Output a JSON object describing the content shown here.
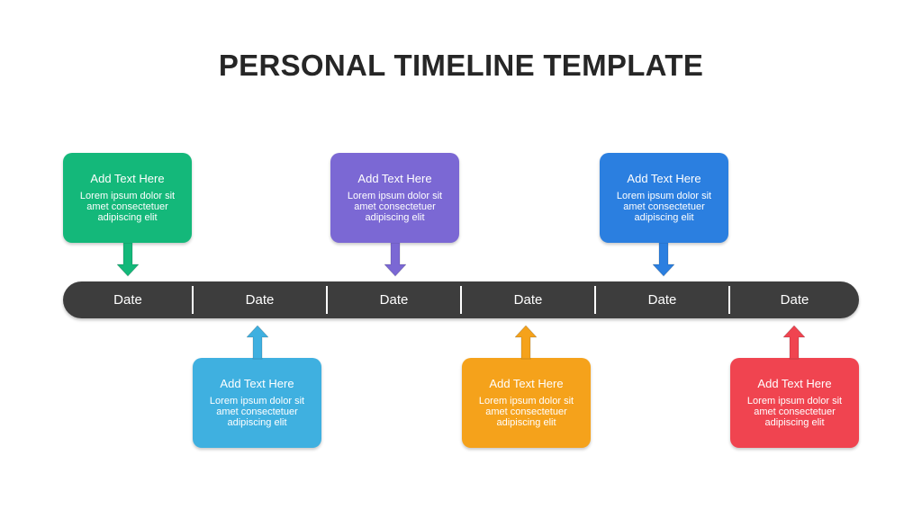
{
  "title": "PERSONAL TIMELINE TEMPLATE",
  "dates": [
    "Date",
    "Date",
    "Date",
    "Date",
    "Date",
    "Date"
  ],
  "events": [
    {
      "heading": "Add Text Here",
      "body": "Lorem ipsum dolor sit amet consectetuer adipiscing elit",
      "color": "#14b87a",
      "position": "above"
    },
    {
      "heading": "Add Text Here",
      "body": "Lorem ipsum dolor sit amet consectetuer adipiscing elit",
      "color": "#3fb0e0",
      "position": "below"
    },
    {
      "heading": "Add Text Here",
      "body": "Lorem ipsum dolor sit amet consectetuer adipiscing elit",
      "color": "#7b68d4",
      "position": "above"
    },
    {
      "heading": "Add Text Here",
      "body": "Lorem ipsum dolor sit amet consectetuer adipiscing elit",
      "color": "#f5a21b",
      "position": "below"
    },
    {
      "heading": "Add Text Here",
      "body": "Lorem ipsum dolor sit amet consectetuer adipiscing elit",
      "color": "#2b7fe0",
      "position": "above"
    },
    {
      "heading": "Add Text Here",
      "body": "Lorem ipsum dolor sit amet consectetuer adipiscing elit",
      "color": "#f04450",
      "position": "below"
    }
  ]
}
